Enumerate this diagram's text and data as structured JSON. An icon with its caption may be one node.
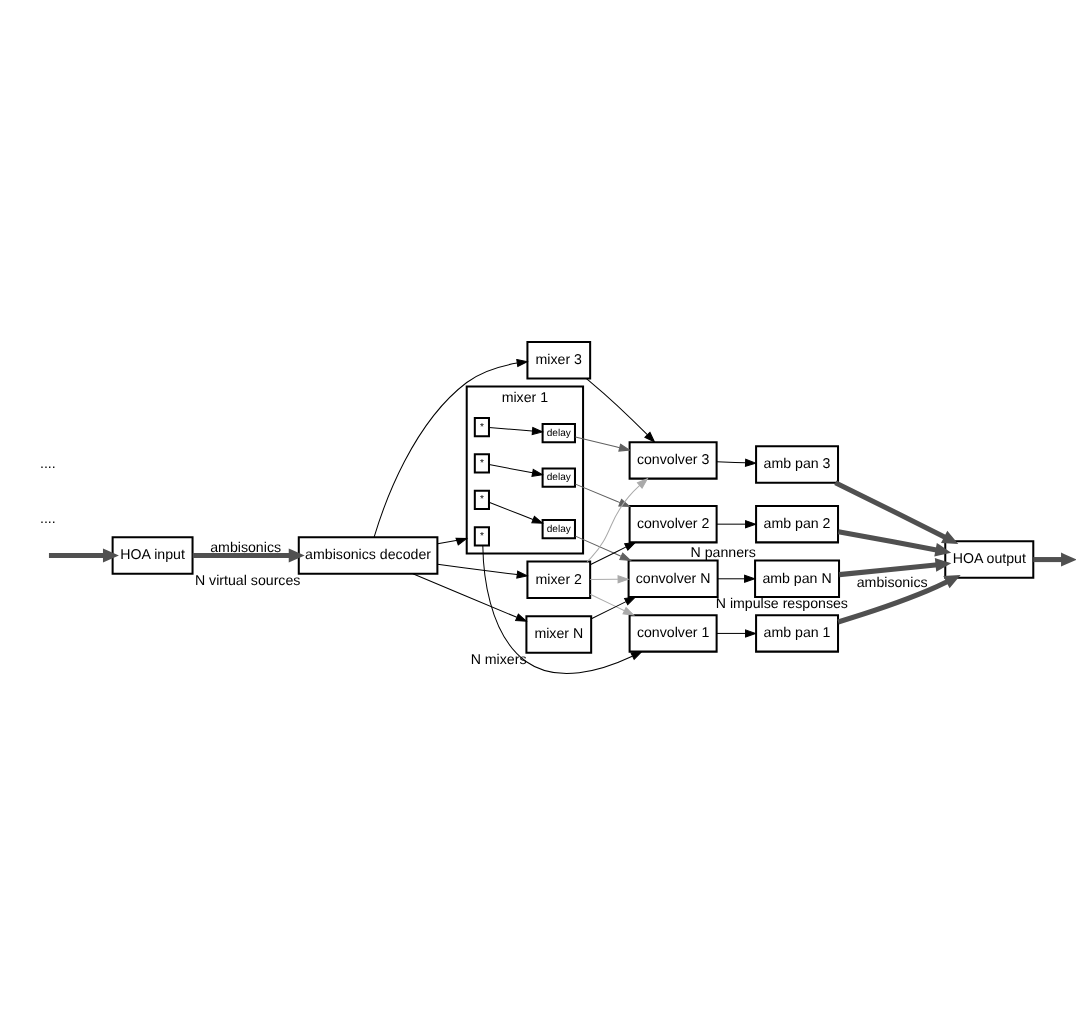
{
  "diagram": {
    "nodes": [
      {
        "text": [
          "HOA input"
        ]
      },
      {
        "text": [
          "ambisonics decoder"
        ],
        "beside": [
          "N virtual sources"
        ]
      },
      {
        "text": [
          "HOA output"
        ]
      },
      {
        "text": [
          "mixer 1"
        ]
      },
      {
        "text": [
          "*"
        ],
        "in": 3
      },
      {
        "text": [
          "*"
        ],
        "in": 3
      },
      {
        "text": [
          "delay"
        ],
        "in": 3
      },
      {
        "text": [
          "*"
        ],
        "in": 3
      },
      {
        "text": [
          "delay"
        ],
        "in": 3
      },
      {
        "text": [
          "*"
        ],
        "in": 3
      },
      {
        "text": [
          "delay"
        ],
        "in": 3
      },
      {
        "text": [
          "mixer 2"
        ]
      },
      {
        "text": [
          "mixer 3"
        ]
      },
      {
        "text": [
          "mixer N"
        ],
        "beside": [
          "N mixers"
        ]
      },
      {
        "text": [
          "convolver 1"
        ]
      },
      {
        "text": [
          "convolver 2"
        ]
      },
      {
        "text": [
          "convolver 3"
        ]
      },
      {
        "text": [
          "convolver N"
        ],
        "beside": [
          "N impulse responses"
        ]
      },
      {
        "text": [
          "amb pan 1"
        ]
      },
      {
        "text": [
          "amb pan 2"
        ]
      },
      {
        "text": [
          "amb pan 3"
        ]
      },
      {
        "text": [
          "amb pan N"
        ],
        "beside": [
          "N panners"
        ]
      }
    ],
    "edges": [
      {
        "from": null,
        "to": 0,
        "arrow": "to",
        "style": "thick",
        "color": "#505050"
      },
      {
        "from": 0,
        "to": 1,
        "arrow": "to",
        "label": "ambisonics",
        "style": "thick",
        "color": "#505050"
      },
      {
        "from": 2,
        "to": null,
        "arrow": "to",
        "style": "thick",
        "color": "#505050"
      },
      {
        "from": 1,
        "to": 3,
        "arrow": "to"
      },
      {
        "from": 1,
        "to": 11,
        "arrow": "to"
      },
      {
        "from": 1,
        "to": 12,
        "arrow": "to"
      },
      {
        "from": 1,
        "to": 13,
        "arrow": "to"
      },
      {
        "from": 4,
        "to": 14,
        "arrow": "to"
      },
      {
        "from": 5,
        "to": 6,
        "arrow": "to"
      },
      {
        "from": 7,
        "to": 8,
        "arrow": "to"
      },
      {
        "from": 9,
        "to": 10,
        "arrow": "to"
      },
      {
        "from": 6,
        "to": 15,
        "arrow": "to",
        "color": "#606060"
      },
      {
        "from": 8,
        "to": 16,
        "arrow": "to",
        "color": "#606060"
      },
      {
        "from": 10,
        "to": 17,
        "arrow": "to",
        "color": "#606060"
      },
      {
        "from": 11,
        "to": 14,
        "arrow": "to",
        "color": "#aaaaaa"
      },
      {
        "from": 11,
        "to": 15,
        "arrow": "to"
      },
      {
        "from": 11,
        "to": 16,
        "arrow": "to",
        "color": "#aaaaaa"
      },
      {
        "from": 11,
        "to": 17,
        "arrow": "to",
        "color": "#aaaaaa"
      },
      {
        "from": 12,
        "to": 16,
        "arrow": "to"
      },
      {
        "from": 13,
        "to": 17,
        "arrow": "to"
      },
      {
        "from": 14,
        "to": 18,
        "arrow": "to"
      },
      {
        "from": 15,
        "to": 19,
        "arrow": "to"
      },
      {
        "from": 16,
        "to": 20,
        "arrow": "to"
      },
      {
        "from": 17,
        "to": 21,
        "arrow": "to"
      },
      {
        "from": 18,
        "to": 2,
        "arrow": "to",
        "label": "ambisonics",
        "style": "thick",
        "color": "#505050"
      },
      {
        "from": 19,
        "to": 2,
        "arrow": "to",
        "style": "thick",
        "color": "#505050"
      },
      {
        "from": 20,
        "to": 2,
        "arrow": "to",
        "style": "thick",
        "color": "#505050"
      },
      {
        "from": 21,
        "to": 2,
        "arrow": "to",
        "style": "thick",
        "color": "#505050"
      }
    ],
    "labels": [
      "....",
      "...."
    ]
  }
}
